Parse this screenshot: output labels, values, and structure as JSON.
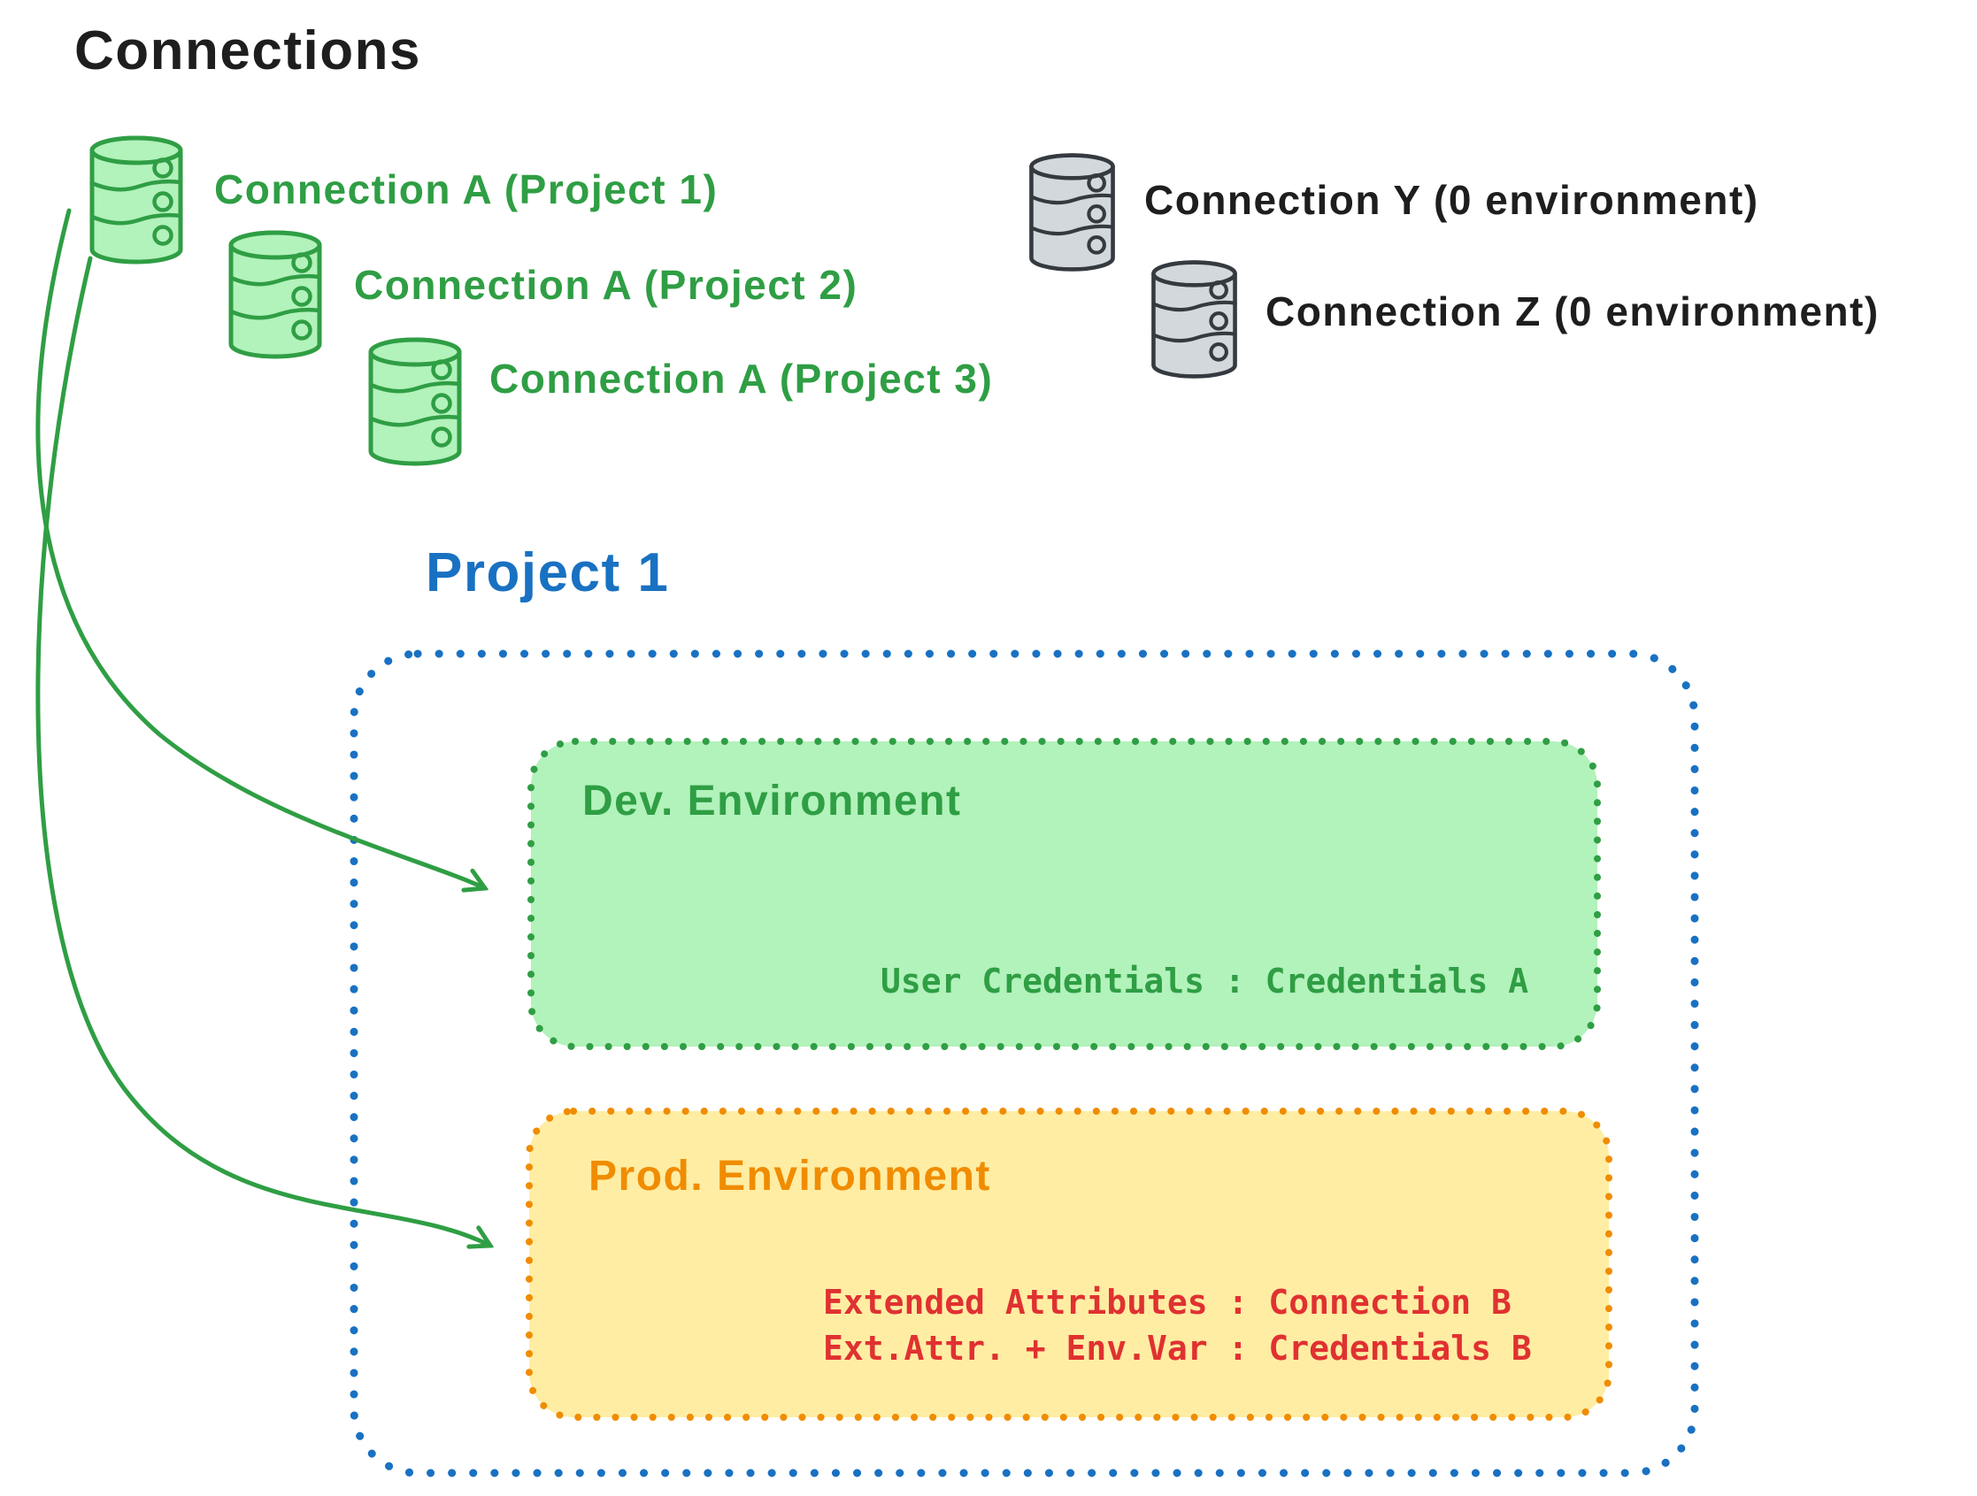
{
  "title": "Connections",
  "colors": {
    "ink": "#1e1e1e",
    "green": "#2f9e44",
    "green_fill": "#b2f2bb",
    "blue": "#1971c2",
    "orange": "#f08c00",
    "yellow_fill": "#ffeda3",
    "red": "#e03131",
    "gray_fill": "#d3d8dc",
    "gray_stroke": "#343a40"
  },
  "connections": {
    "shared": [
      {
        "label": "Connection A (Project 1)",
        "icon": "database-icon"
      },
      {
        "label": "Connection A (Project 2)",
        "icon": "database-icon"
      },
      {
        "label": "Connection A (Project 3)",
        "icon": "database-icon"
      }
    ],
    "unassigned": [
      {
        "label": "Connection Y (0 environment)",
        "icon": "database-icon"
      },
      {
        "label": "Connection Z (0 environment)",
        "icon": "database-icon"
      }
    ]
  },
  "project": {
    "title": "Project 1",
    "environments": {
      "dev": {
        "title": "Dev. Environment",
        "mapping": "User Credentials : Credentials A"
      },
      "prod": {
        "title": "Prod. Environment",
        "mappings": [
          "Extended Attributes : Connection B",
          "Ext.Attr. + Env.Var : Credentials B"
        ]
      }
    }
  }
}
